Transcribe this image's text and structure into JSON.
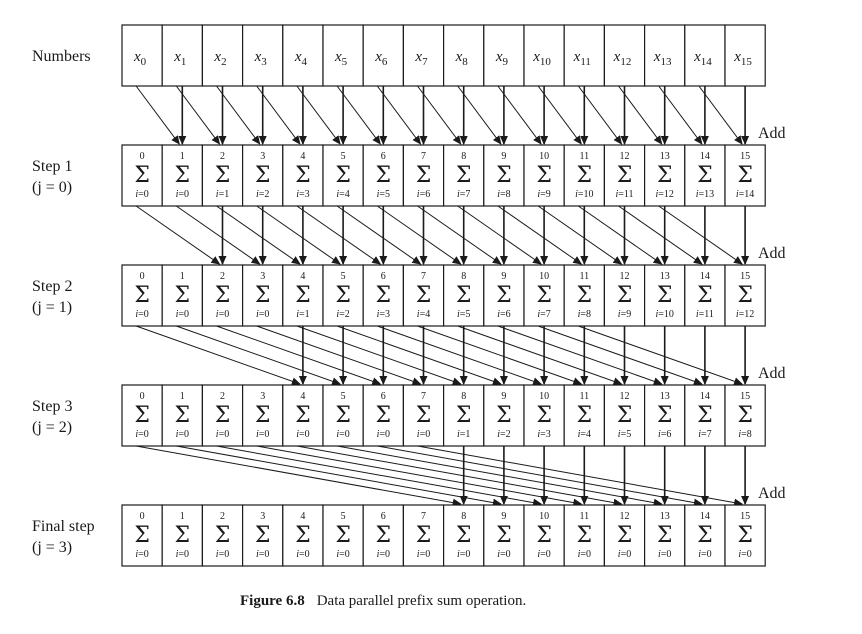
{
  "numbers_label": "Numbers",
  "numbers": [
    "x",
    "x",
    "x",
    "x",
    "x",
    "x",
    "x",
    "x",
    "x",
    "x",
    "x",
    "x",
    "x",
    "x",
    "x",
    "x"
  ],
  "number_subscripts": [
    "0",
    "1",
    "2",
    "3",
    "4",
    "5",
    "6",
    "7",
    "8",
    "9",
    "10",
    "11",
    "12",
    "13",
    "14",
    "15"
  ],
  "sigma_symbol": "Σ",
  "add_label": "Add",
  "steps": [
    {
      "title": "Step 1",
      "subtitle": "(j = 0)",
      "upper": [
        "0",
        "1",
        "2",
        "3",
        "4",
        "5",
        "6",
        "7",
        "8",
        "9",
        "10",
        "11",
        "12",
        "13",
        "14",
        "15"
      ],
      "lower": [
        "i=0",
        "i=0",
        "i=1",
        "i=2",
        "i=3",
        "i=4",
        "i=5",
        "i=6",
        "i=7",
        "i=8",
        "i=9",
        "i=10",
        "i=11",
        "i=12",
        "i=13",
        "i=14"
      ]
    },
    {
      "title": "Step 2",
      "subtitle": "(j = 1)",
      "upper": [
        "0",
        "1",
        "2",
        "3",
        "4",
        "5",
        "6",
        "7",
        "8",
        "9",
        "10",
        "11",
        "12",
        "13",
        "14",
        "15"
      ],
      "lower": [
        "i=0",
        "i=0",
        "i=0",
        "i=0",
        "i=1",
        "i=2",
        "i=3",
        "i=4",
        "i=5",
        "i=6",
        "i=7",
        "i=8",
        "i=9",
        "i=10",
        "i=11",
        "i=12"
      ]
    },
    {
      "title": "Step 3",
      "subtitle": "(j = 2)",
      "upper": [
        "0",
        "1",
        "2",
        "3",
        "4",
        "5",
        "6",
        "7",
        "8",
        "9",
        "10",
        "11",
        "12",
        "13",
        "14",
        "15"
      ],
      "lower": [
        "i=0",
        "i=0",
        "i=0",
        "i=0",
        "i=0",
        "i=0",
        "i=0",
        "i=0",
        "i=1",
        "i=2",
        "i=3",
        "i=4",
        "i=5",
        "i=6",
        "i=7",
        "i=8"
      ]
    },
    {
      "title": "Final step",
      "subtitle": "(j = 3)",
      "upper": [
        "0",
        "1",
        "2",
        "3",
        "4",
        "5",
        "6",
        "7",
        "8",
        "9",
        "10",
        "11",
        "12",
        "13",
        "14",
        "15"
      ],
      "lower": [
        "i=0",
        "i=0",
        "i=0",
        "i=0",
        "i=0",
        "i=0",
        "i=0",
        "i=0",
        "i=0",
        "i=0",
        "i=0",
        "i=0",
        "i=0",
        "i=0",
        "i=0",
        "i=0"
      ]
    }
  ],
  "shifts": [
    1,
    2,
    4,
    8
  ],
  "caption": {
    "number": "Figure 6.8",
    "text": "Data parallel prefix sum operation."
  }
}
